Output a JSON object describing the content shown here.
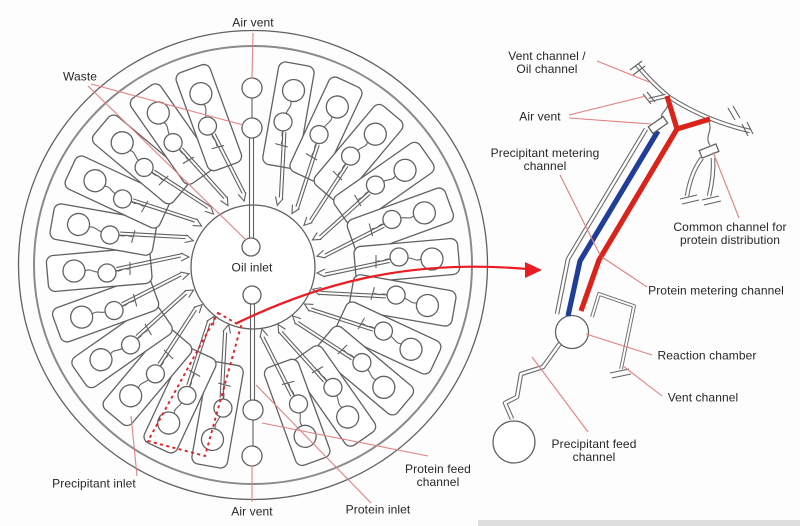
{
  "figure_labels": {
    "air_vent_top": "Air vent",
    "waste": "Waste",
    "oil_inlet": "Oil inlet",
    "precipitant_inlet": "Precipitant inlet",
    "air_vent_bottom": "Air vent",
    "protein_inlet": "Protein inlet",
    "protein_feed_1": "Protein feed",
    "protein_feed_2": "channel"
  },
  "detail_labels": {
    "vent_oil_1": "Vent channel /",
    "vent_oil_2": "Oil channel",
    "air_vent": "Air vent",
    "precipitant_metering_1": "Precipitant metering",
    "precipitant_metering_2": "channel",
    "common_channel_1": "Common channel for",
    "common_channel_2": "protein distribution",
    "protein_metering": "Protein metering channel",
    "reaction_chamber": "Reaction chamber",
    "vent_channel": "Vent channel",
    "precipitant_feed_1": "Precipitant feed",
    "precipitant_feed_2": "channel"
  },
  "colors": {
    "protein_path_red": "#d9231b",
    "precipitant_path_blue": "#1f3d99",
    "leader_pink": "#e58080",
    "highlight_red": "#ea1c24",
    "line_art": "#616161",
    "ink": "#262626"
  },
  "wheel": {
    "slot_count": 24,
    "slot_degrees": 15,
    "unit_count": 22
  }
}
